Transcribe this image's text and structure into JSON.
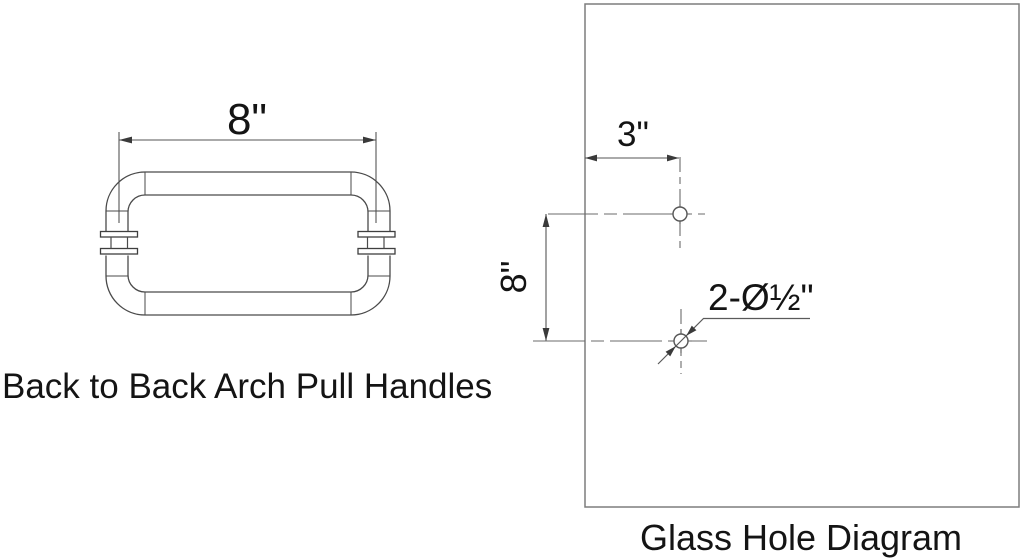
{
  "colors": {
    "background": "#ffffff",
    "drawing_lines": "#4a4a4a",
    "centerlines": "#6b6b6b",
    "text": "#141414"
  },
  "handle_drawing": {
    "caption": "Back to Back Arch Pull Handles",
    "length_dimension_label": "8\""
  },
  "glass_hole_diagram": {
    "caption": "Glass Hole Diagram",
    "edge_offset_dimension_label": "3\"",
    "hole_spacing_dimension_label": "8\"",
    "hole_callout_label": "2-Ø½\""
  }
}
